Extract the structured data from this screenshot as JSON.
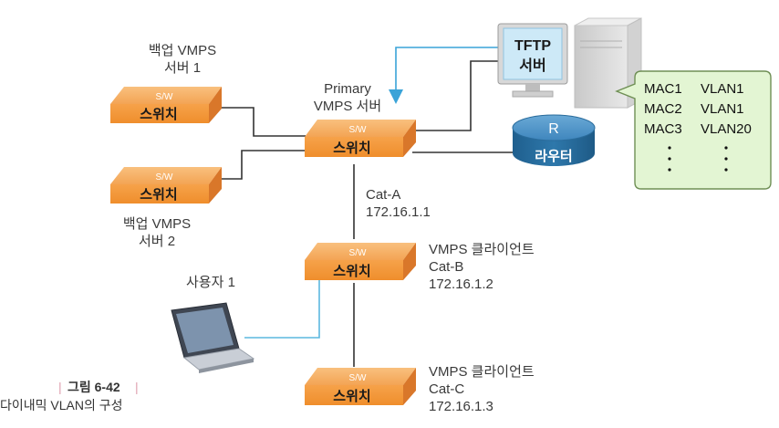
{
  "switch": {
    "tag": "S/W",
    "name": "스위치"
  },
  "backup1": {
    "line1": "백업 VMPS",
    "line2": "서버 1"
  },
  "backup2": {
    "line1": "백업 VMPS",
    "line2": "서버 2"
  },
  "primary": {
    "line1": "Primary",
    "line2": "VMPS 서버"
  },
  "cat_a": {
    "name": "Cat-A",
    "ip": "172.16.1.1"
  },
  "cat_b": {
    "role": "VMPS 클라이언트",
    "name": "Cat-B",
    "ip": "172.16.1.2"
  },
  "cat_c": {
    "role": "VMPS 클라이언트",
    "name": "Cat-C",
    "ip": "172.16.1.3"
  },
  "user": "사용자 1",
  "tftp": {
    "line1": "TFTP",
    "line2": "서버"
  },
  "router": {
    "letter": "R",
    "name": "라우터"
  },
  "table": {
    "rows": [
      {
        "mac": "MAC1",
        "vlan": "VLAN1"
      },
      {
        "mac": "MAC2",
        "vlan": "VLAN1"
      },
      {
        "mac": "MAC3",
        "vlan": "VLAN20"
      }
    ]
  },
  "caption": {
    "number": "그림 6-42",
    "title": "다이내믹 VLAN의 구성"
  },
  "colors": {
    "switch_top": "#f7b26a",
    "switch_front": "#f39a3e",
    "link": "#3a3a3a",
    "user_link": "#5bb8df",
    "tftp_box": "#cde9f7",
    "table_bg": "#e3f5d3",
    "router": "#2f6f9a"
  }
}
